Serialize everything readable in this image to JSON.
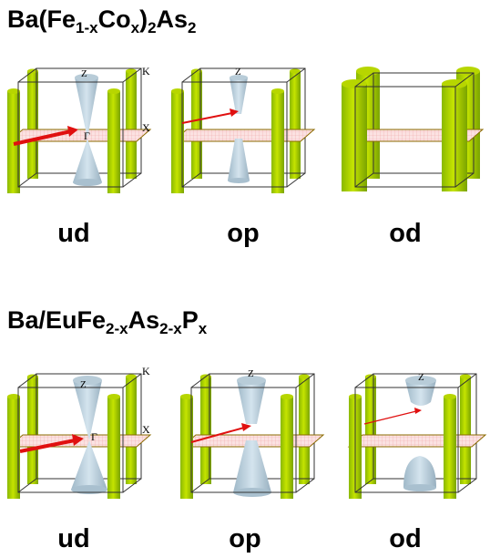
{
  "rows": [
    {
      "title": {
        "p1": "Ba(Fe",
        "s1": "1-x",
        "p2": "Co",
        "s2": "x",
        "p3": ")",
        "s3": "2",
        "p4": "As",
        "s4": "2"
      },
      "panels": [
        {
          "label": "ud",
          "top_cone": "Z",
          "gamma": "Γ",
          "k_label": "K",
          "x_label": "X"
        },
        {
          "label": "op",
          "top_cone": "Z"
        },
        {
          "label": "od"
        }
      ]
    },
    {
      "title": {
        "p1": "Ba/EuFe",
        "s1": "2-x",
        "p2": "As",
        "s2": "2-x",
        "p3": "P",
        "s3": "x"
      },
      "panels": [
        {
          "label": "ud",
          "top_cone": "Z",
          "gamma": "Γ",
          "k_label": "K",
          "x_label": "X"
        },
        {
          "label": "op",
          "top_cone": "Z"
        },
        {
          "label": "od",
          "top_cone": "Z"
        }
      ]
    }
  ]
}
